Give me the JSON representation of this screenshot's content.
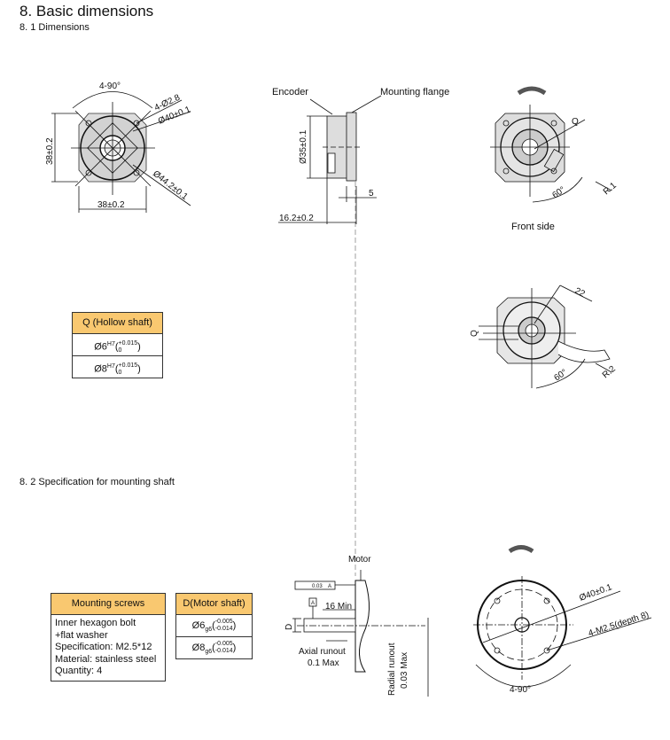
{
  "headings": {
    "section": "8.  Basic dimensions",
    "sub1": "8. 1  Dimensions",
    "sub2": "8. 2  Specification for mounting shaft"
  },
  "front_view": {
    "angle": "4-90°",
    "holes": "4-Ø2.8",
    "pcd": "Ø40±0.1",
    "outer": "Ø44.2±0.1",
    "height": "38±0.2",
    "width": "38±0.2"
  },
  "side_view": {
    "encoder": "Encoder",
    "flange": "Mounting flange",
    "diameter": "Ø35±0.1",
    "flange_thickness": "5",
    "length": "16.2±0.2"
  },
  "front_side": {
    "q": "Q",
    "angle": "60°",
    "radius": "R.1",
    "caption": "Front side"
  },
  "cable_view": {
    "q": "Q",
    "length": "22",
    "angle": "60°",
    "radius": "R.2"
  },
  "hollow_table": {
    "header": "Q (Hollow shaft)",
    "rows": [
      {
        "base": "Ø6",
        "fit": "H7",
        "upper": "+0.015",
        "lower": "0"
      },
      {
        "base": "Ø8",
        "fit": "H7",
        "upper": "+0.015",
        "lower": "0"
      }
    ]
  },
  "screws_table": {
    "header": "Mounting screws",
    "lines": [
      "Inner hexagon bolt",
      "+flat washer",
      "Specification: M2.5*12",
      "Material: stainless steel",
      "Quantity: 4"
    ]
  },
  "motor_table": {
    "header": "D(Motor shaft)",
    "rows": [
      {
        "base": "Ø6",
        "fit": "g6",
        "upper": "-0.005",
        "lower": "-0.014"
      },
      {
        "base": "Ø8",
        "fit": "g6",
        "upper": "-0.005",
        "lower": "-0.014"
      }
    ]
  },
  "shaft_view": {
    "motor": "Motor",
    "tolerance_value": "0.03",
    "datum": "A",
    "min_length": "16 Min",
    "d": "D",
    "axial1": "Axial runout",
    "axial2": "0.1 Max",
    "radial1": "Radial runout",
    "radial2": "0.03 Max"
  },
  "mount_view": {
    "pcd": "Ø40±0.1",
    "threads": "4-M2.5(depth  8)",
    "angle": "4-90°"
  },
  "colors": {
    "table_header": "#f9c870"
  }
}
